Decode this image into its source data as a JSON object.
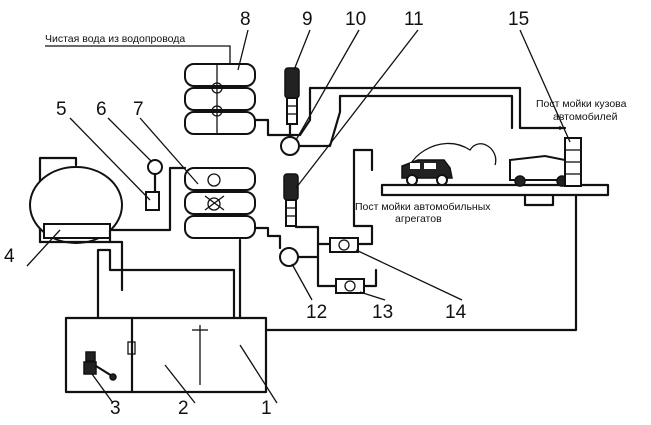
{
  "labels": {
    "clean_water": "Чистая вода из водопровода",
    "body_wash_line1": "Пост мойки кузова",
    "body_wash_line2": "автомобилей",
    "unit_wash_line1": "Пост мойки автомобильных",
    "unit_wash_line2": "агрегатов"
  },
  "numbers": {
    "n1": "1",
    "n2": "2",
    "n3": "3",
    "n4": "4",
    "n5": "5",
    "n6": "6",
    "n7": "7",
    "n8": "8",
    "n9": "9",
    "n10": "10",
    "n11": "11",
    "n12": "12",
    "n13": "13",
    "n14": "14",
    "n15": "15"
  }
}
